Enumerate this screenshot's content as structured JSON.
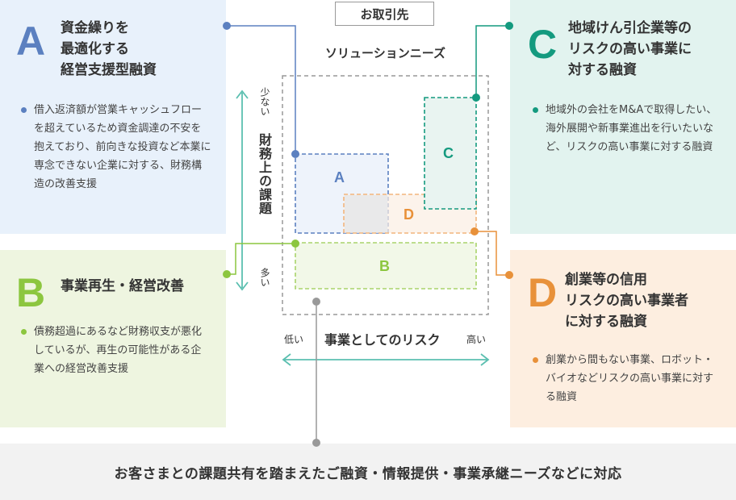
{
  "header": {
    "client_label": "お取引先",
    "needs_label": "ソリューションニーズ"
  },
  "axis": {
    "y_title": "財務上の課題",
    "y_low": "少ない",
    "y_high": "多い",
    "x_title": "事業としてのリスク",
    "x_low": "低い",
    "x_high": "高い"
  },
  "regions": {
    "a": "A",
    "b": "B",
    "c": "C",
    "d": "D"
  },
  "panels": {
    "a": {
      "letter": "A",
      "title_lines": [
        "資金繰りを",
        "最適化する",
        "経営支援型融資"
      ],
      "description": "借入返済額が営業キャッシュフローを超えているため資金調達の不安を抱えており、前向きな投資など本業に専念できない企業に対する、財務構造の改善支援"
    },
    "b": {
      "letter": "B",
      "title_lines": [
        "事業再生・経営改善"
      ],
      "description": "債務超過にあるなど財務収支が悪化しているが、再生の可能性がある企業への経営改善支援"
    },
    "c": {
      "letter": "C",
      "title_lines": [
        "地域けん引企業等の",
        "リスクの高い事業に",
        "対する融資"
      ],
      "description": "地域外の会社をM&Aで取得したい、海外展開や新事業進出を行いたいなど、リスクの高い事業に対する融資"
    },
    "d": {
      "letter": "D",
      "title_lines": [
        "創業等の信用",
        "リスクの高い事業者",
        "に対する融資"
      ],
      "description": "創業から間もない事業、ロボット・バイオなどリスクの高い事業に対する融資"
    }
  },
  "footer": {
    "text": "お客さまとの課題共有を踏まえたご融資・情報提供・事業承継ニーズなどに対応"
  },
  "colors": {
    "a": "#5b80c0",
    "b": "#8cc63f",
    "c": "#149a7f",
    "d": "#e8913a",
    "gray": "#999999",
    "teal_arrow": "#5bbfb0"
  }
}
